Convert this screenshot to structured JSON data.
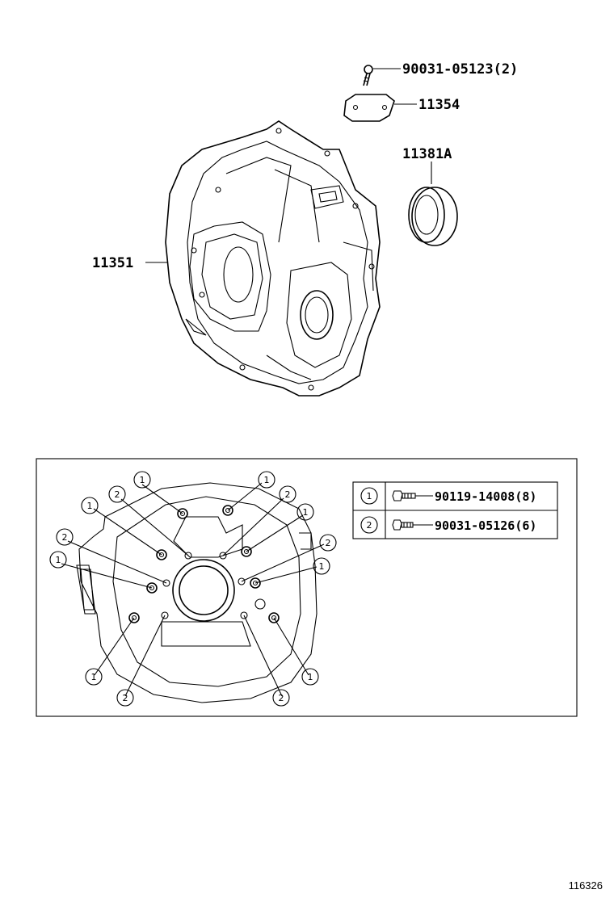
{
  "callouts": {
    "bolt_cover": "90031-05123(2)",
    "cover_plate": "11354",
    "oil_seal": "11381A",
    "housing": "11351"
  },
  "legend": [
    {
      "key": "1",
      "part": "90119-14008(8)"
    },
    {
      "key": "2",
      "part": "90031-05126(6)"
    }
  ],
  "marker_label_1": "1",
  "marker_label_2": "2",
  "figure_number": "116326"
}
